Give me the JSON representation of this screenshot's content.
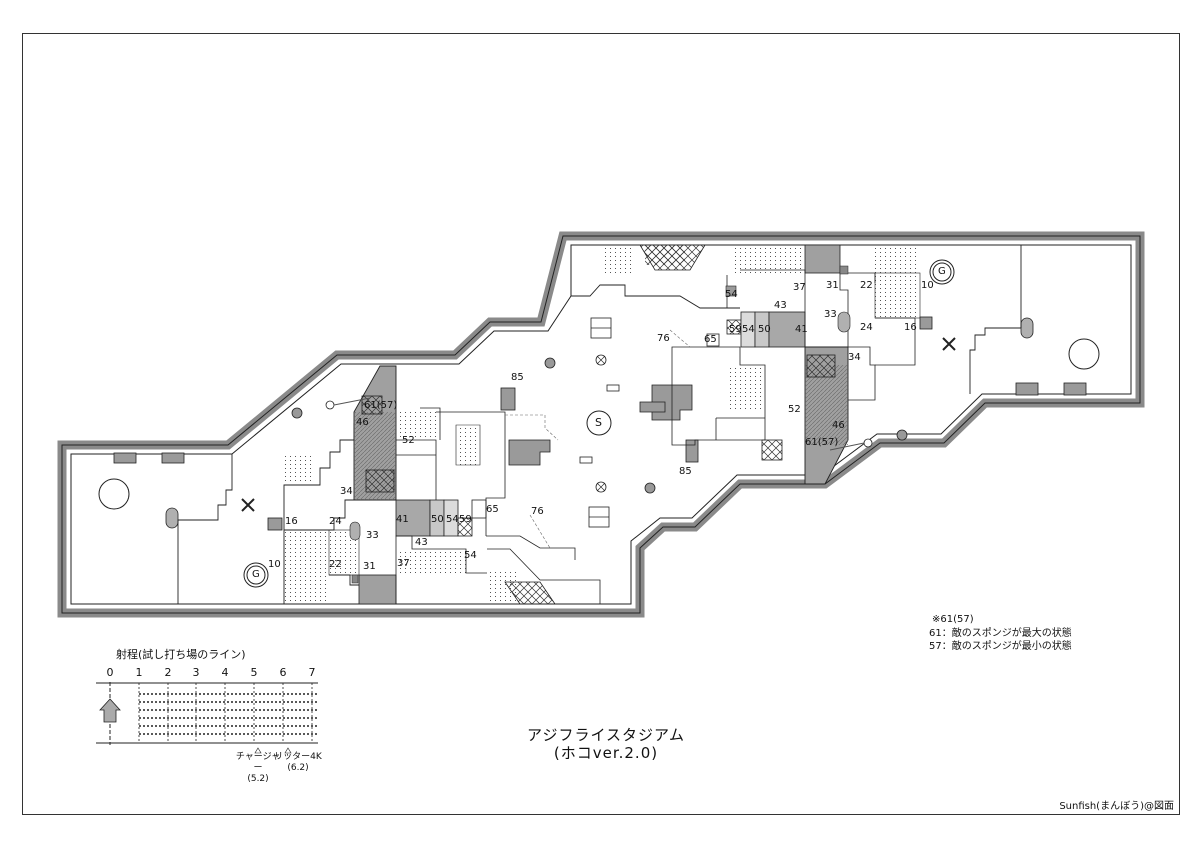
{
  "title": {
    "line1": "アジフライスタジアム",
    "line2": "(ホコver.2.0)"
  },
  "credit": "Sunfish(まんぼう)@図面",
  "note": {
    "line1": "※61(57)",
    "line2": "61：敵のスポンジが最大の状態",
    "line3": "57：敵のスポンジが最小の状態"
  },
  "range_scale": {
    "title": "射程(試し打ち場のライン)",
    "ticks": [
      "0",
      "1",
      "2",
      "3",
      "4",
      "5",
      "6",
      "7"
    ],
    "weapons": [
      {
        "name": "チャージャー",
        "range": "(5.2)"
      },
      {
        "name": "リッター4K",
        "range": "(6.2)"
      }
    ]
  },
  "center_marker": "S",
  "goal_marker": "G",
  "heights": {
    "left": [
      "61(57)",
      "46",
      "52",
      "34",
      "16",
      "24",
      "33",
      "10",
      "22",
      "31",
      "37",
      "41",
      "50",
      "54",
      "59",
      "43",
      "54",
      "65",
      "76",
      "85"
    ],
    "right": [
      "54",
      "37",
      "43",
      "31",
      "22",
      "10",
      "33",
      "24",
      "16",
      "59",
      "54",
      "50",
      "41",
      "65",
      "76",
      "34",
      "52",
      "46",
      "61(57)",
      "85"
    ]
  },
  "colors": {
    "wall": "#8a8a8a",
    "block": "#a8a8a8",
    "line": "#222222"
  }
}
